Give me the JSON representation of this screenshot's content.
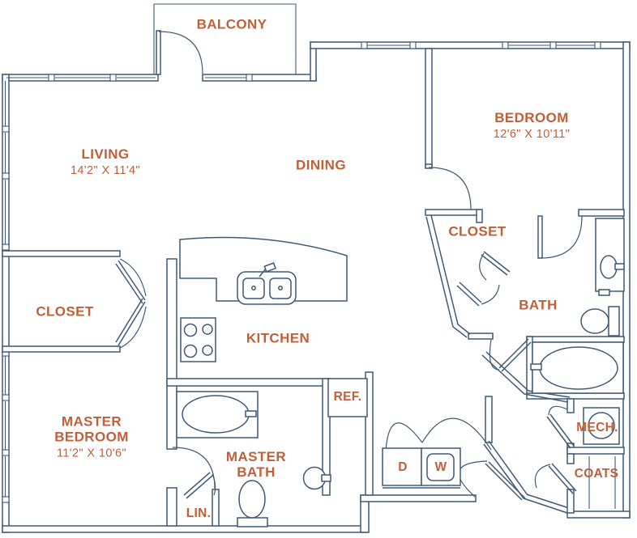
{
  "plan": {
    "colors": {
      "line": "#3E5A77",
      "label": "#C05F38",
      "background": "#FFFFFF"
    },
    "rooms": {
      "balcony": {
        "label": "BALCONY"
      },
      "living": {
        "label": "LIVING",
        "dims": "14'2\" X 11'4\""
      },
      "dining": {
        "label": "DINING"
      },
      "bedroom": {
        "label": "BEDROOM",
        "dims": "12'6\" X 10'11\""
      },
      "bedroom_closet": {
        "label": "CLOSET"
      },
      "bath": {
        "label": "BATH"
      },
      "master_closet": {
        "label": "CLOSET"
      },
      "kitchen": {
        "label": "KITCHEN"
      },
      "refrigerator": {
        "label": "REF."
      },
      "master_bedroom": {
        "label": "MASTER BEDROOM",
        "dims": "11'2\" X 10'6\""
      },
      "master_bath": {
        "label": "MASTER BATH"
      },
      "linen": {
        "label": "LIN."
      },
      "dryer": {
        "label": "D"
      },
      "washer": {
        "label": "W"
      },
      "mechanical": {
        "label": "MECH."
      },
      "coats": {
        "label": "COATS"
      }
    }
  }
}
